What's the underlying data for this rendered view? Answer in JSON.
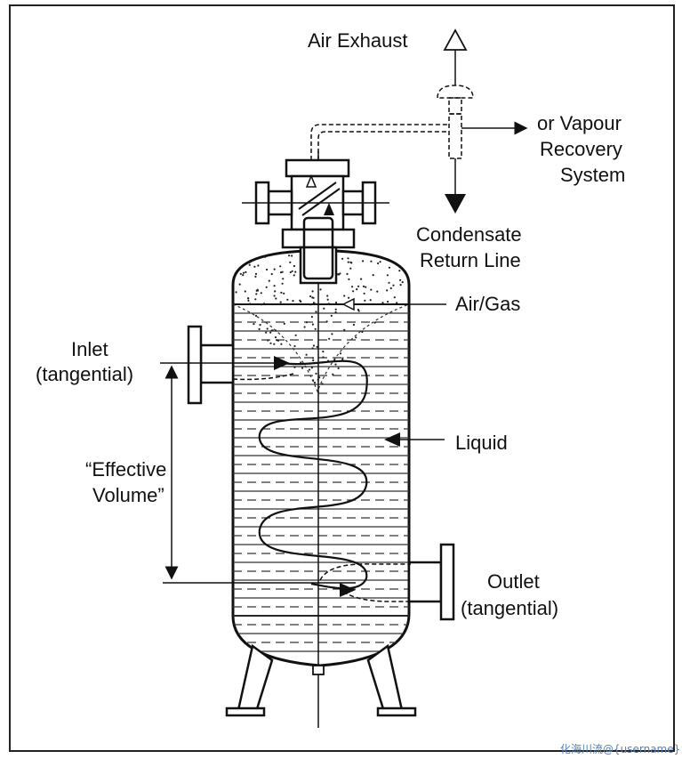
{
  "labels": {
    "air_exhaust": "Air Exhaust",
    "vapour_line1": "or Vapour",
    "vapour_line2": "Recovery",
    "vapour_line3": "System",
    "condensate_line1": "Condensate",
    "condensate_line2": "Return Line",
    "air_gas": "Air/Gas",
    "inlet_line1": "Inlet",
    "inlet_line2": "(tangential)",
    "effective_line1": "“Effective",
    "effective_line2": "Volume”",
    "liquid": "Liquid",
    "outlet_line1": "Outlet",
    "outlet_line2": "(tangential)"
  },
  "watermark": "化海川流@{username}"
}
